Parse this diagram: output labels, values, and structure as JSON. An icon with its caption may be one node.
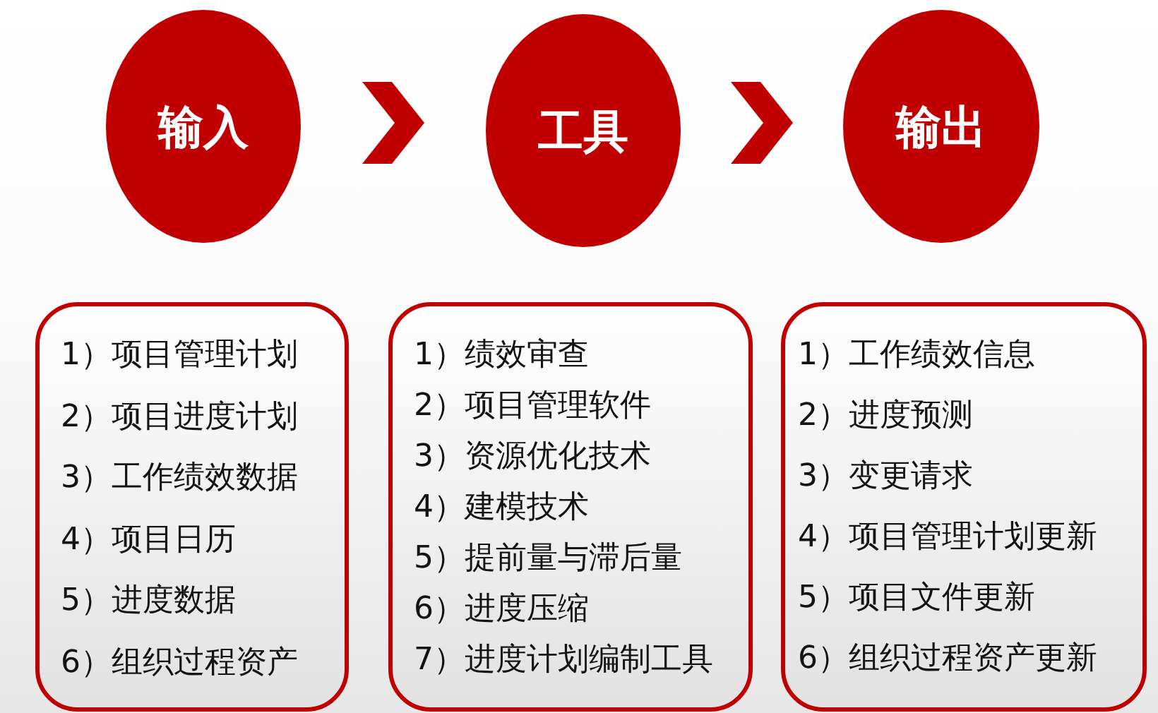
{
  "diagram": {
    "nodes": [
      {
        "text": [
          "输入"
        ]
      },
      {
        "text": [
          "工具"
        ]
      },
      {
        "text": [
          "输出"
        ]
      },
      {
        "text": [
          "1）项目管理计划",
          "2）项目进度计划",
          "3）工作绩效数据",
          "4）项目日历",
          "5）进度数据",
          "6）组织过程资产"
        ]
      },
      {
        "text": [
          "1）绩效审查",
          "2）项目管理软件",
          "3）资源优化技术",
          "4）建模技术",
          "5）提前量与滞后量",
          "6）进度压缩",
          "7）进度计划编制工具"
        ]
      },
      {
        "text": [
          "1）工作绩效信息",
          "2）进度预测",
          "3）变更请求",
          "4）项目管理计划更新",
          "5）项目文件更新",
          "6）组织过程资产更新"
        ]
      }
    ],
    "edges": [
      {
        "from": 0,
        "to": 1,
        "arrow": "to"
      },
      {
        "from": 1,
        "to": 2,
        "arrow": "to"
      }
    ]
  }
}
